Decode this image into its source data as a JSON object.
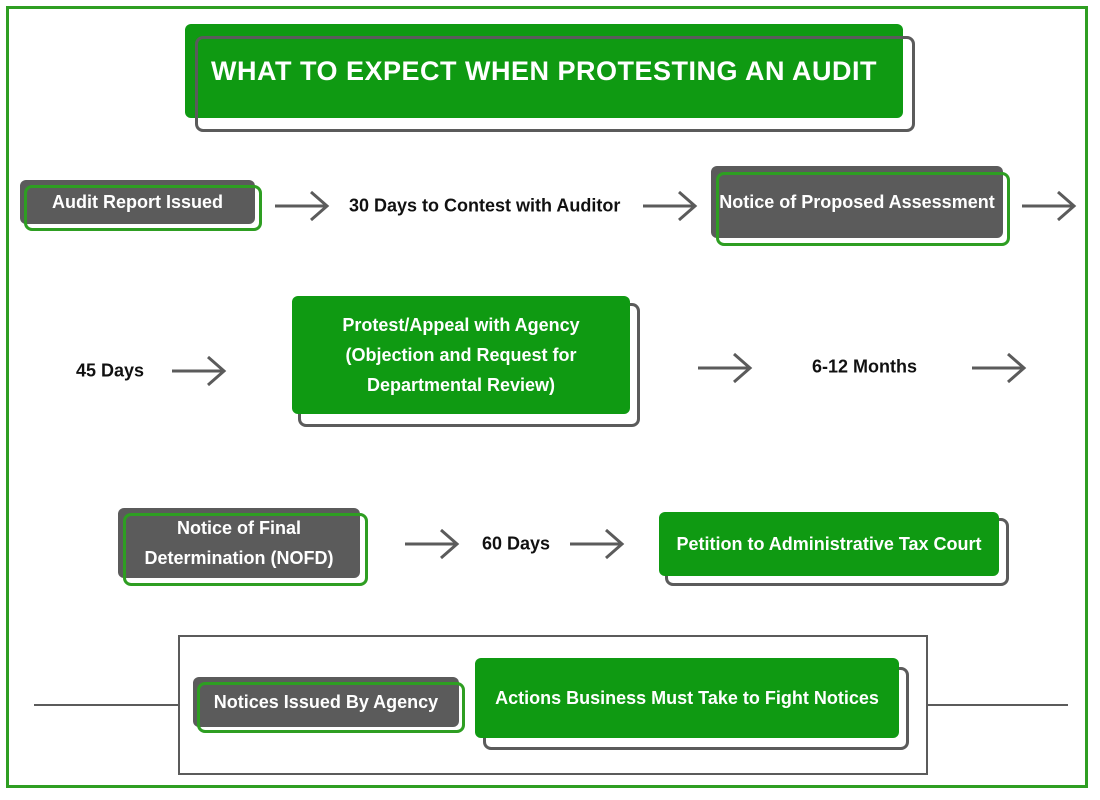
{
  "title": "WHAT TO EXPECT WHEN PROTESTING AN AUDIT",
  "flow": {
    "audit_report": "Audit Report Issued",
    "contest_30": "30 Days to Contest with Auditor",
    "proposed_assessment": "Notice of Proposed Assessment",
    "days_45": "45 Days",
    "protest_line1": "Protest/Appeal with Agency",
    "protest_line2": "(Objection and Request for",
    "protest_line3": "Departmental Review)",
    "months_6_12": "6-12 Months",
    "nofd_line1": "Notice of Final",
    "nofd_line2": "Determination (NOFD)",
    "days_60": "60 Days",
    "petition": "Petition to Administrative Tax Court"
  },
  "legend": {
    "notices": "Notices Issued By Agency",
    "actions": "Actions Business Must Take to Fight Notices"
  },
  "colors": {
    "green": "#0f9a12",
    "gray": "#5b5b5b",
    "border_green": "#2e9e22"
  }
}
